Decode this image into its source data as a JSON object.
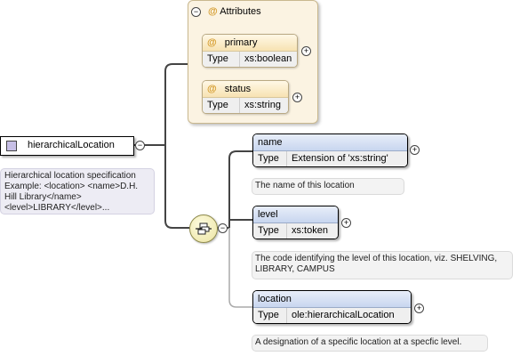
{
  "attributes": {
    "title": "Attributes",
    "items": [
      {
        "name": "primary",
        "type_key": "Type",
        "type_value": "xs:boolean"
      },
      {
        "name": "status",
        "type_key": "Type",
        "type_value": "xs:string"
      }
    ]
  },
  "root": {
    "name": "hierarchicalLocation",
    "documentation": "Hierarchical location specification Example: <location> <name>D.H. Hill Library</name> <level>LIBRARY</level>..."
  },
  "children": [
    {
      "name": "name",
      "type_key": "Type",
      "type_value": "Extension of 'xs:string'",
      "documentation": "The name of this location"
    },
    {
      "name": "level",
      "type_key": "Type",
      "type_value": "xs:token",
      "documentation": "The code identifying the level of this location, viz. SHELVING, LIBRARY, CAMPUS"
    },
    {
      "name": "location",
      "type_key": "Type",
      "type_value": "ole:hierarchicalLocation",
      "documentation": "A designation of a specific location at a specfic level."
    }
  ],
  "symbols": {
    "collapse": "−",
    "expand": "+",
    "attribute": "@"
  },
  "colors": {
    "attribute_group_bg": "#fbf3e2",
    "element_header": "#c8d6ef",
    "root_icon": "#c7bfe6",
    "compositor": "#ece4a1"
  }
}
